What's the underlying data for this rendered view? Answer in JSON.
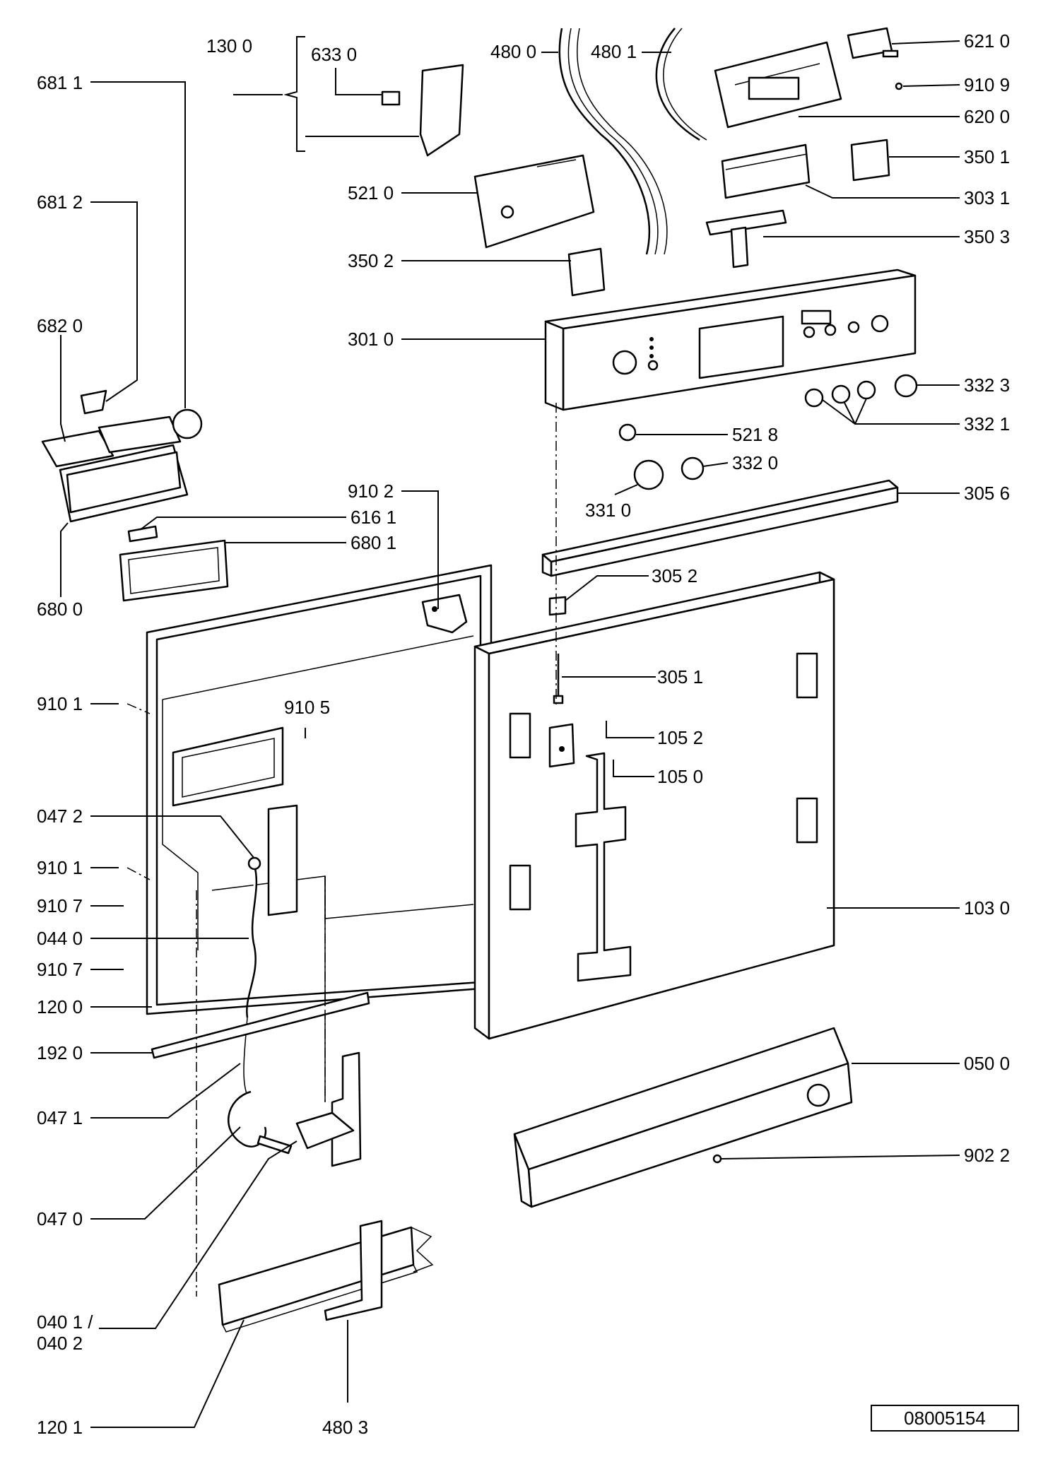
{
  "labels": {
    "l6811": "681 1",
    "l1300": "130 0",
    "l6330": "633 0",
    "l4800": "480 0",
    "l4801": "480 1",
    "l6210": "621 0",
    "l9109": "910 9",
    "l6200": "620 0",
    "l3501": "350 1",
    "l3031": "303 1",
    "l6812": "681 2",
    "l5210": "521 0",
    "l3503": "350 3",
    "l3502": "350 2",
    "l6820": "682 0",
    "l3010": "301 0",
    "l3323": "332 3",
    "l3321": "332 1",
    "l5218": "521 8",
    "l3320": "332 0",
    "l9102": "910 2",
    "l3056": "305 6",
    "l6161": "616 1",
    "l3310": "331 0",
    "l6801": "680 1",
    "l3052": "305 2",
    "l6800": "680 0",
    "l3051": "305 1",
    "l9101a": "910 1",
    "l9105": "910 5",
    "l1052": "105 2",
    "l1050": "105 0",
    "l0472": "047 2",
    "l9101b": "910 1",
    "l9107a": "910 7",
    "l1030": "103 0",
    "l0440": "044 0",
    "l9107b": "910 7",
    "l1200": "120 0",
    "l1920": "192 0",
    "l0500": "050 0",
    "l0471": "047 1",
    "l9022": "902 2",
    "l0470": "047 0",
    "l0401": "040 1 /",
    "l0402": "040 2",
    "l1201": "120 1",
    "l4803": "480 3"
  },
  "document_number": "08005154"
}
